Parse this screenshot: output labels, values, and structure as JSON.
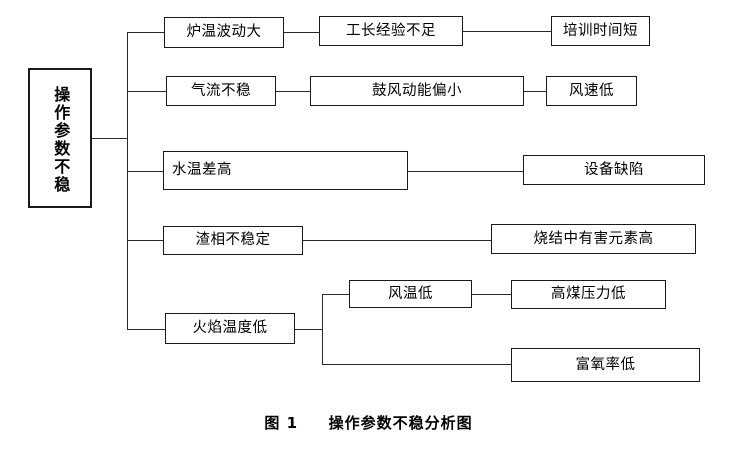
{
  "figure": {
    "caption_label": "图 1",
    "caption_text": "操作参数不稳分析图"
  },
  "diagram": {
    "type": "tree-fishbone",
    "root": {
      "label": "操作参数不稳",
      "orientation": "vertical-text"
    },
    "branches": [
      {
        "level1": "炉温波动大",
        "level2": "工长经验不足",
        "level3": "培训时间短"
      },
      {
        "level1": "气流不稳",
        "level2": "鼓风动能偏小",
        "level3": "风速低"
      },
      {
        "level1": "水温差高",
        "level2": "设备缺陷",
        "level3": null
      },
      {
        "level1": "渣相不稳定",
        "level2": "烧结中有害元素高",
        "level3": null
      },
      {
        "level1": "火焰温度低",
        "level2": "风温低",
        "level2b": "富氧率低",
        "level3": "高煤压力低"
      }
    ]
  },
  "colors": {
    "line": "#2a2a2a",
    "box_border": "#1a1a1a",
    "background": "#ffffff",
    "text": "#000000"
  }
}
